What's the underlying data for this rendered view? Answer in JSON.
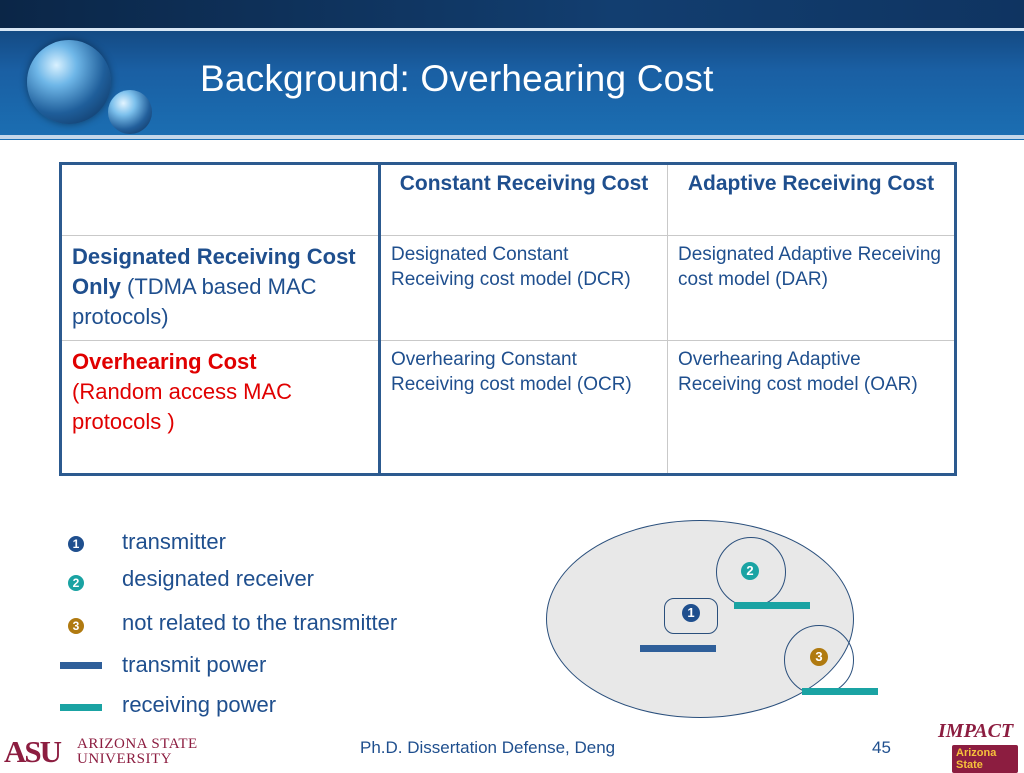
{
  "slide": {
    "title": "Background: Overhearing Cost"
  },
  "table": {
    "headers": [
      "",
      "Constant Receiving Cost",
      "Adaptive Receiving Cost"
    ],
    "rows": [
      {
        "label_bold": "Designated Receiving Cost Only",
        "label_rest": " (TDMA based MAC protocols)",
        "cells": [
          "Designated Constant Receiving cost model (DCR)",
          "Designated Adaptive Receiving cost model (DAR)"
        ]
      },
      {
        "label_bold": "Overhearing Cost",
        "label_rest": "(Random access MAC protocols )",
        "cells": [
          "Overhearing Constant Receiving cost model (OCR)",
          "Overhearing Adaptive Receiving cost model (OAR)"
        ]
      }
    ]
  },
  "legend": {
    "items": [
      {
        "badge": "1",
        "label": "transmitter",
        "color": "#1f4f8e"
      },
      {
        "badge": "2",
        "label": "designated receiver",
        "color": "#1aa3a3"
      },
      {
        "badge": "3",
        "label": "not related to the transmitter",
        "color": "#b07a10"
      },
      {
        "label": "transmit power",
        "color": "#2f5f9a"
      },
      {
        "label": "receiving power",
        "color": "#1aa3a3"
      }
    ]
  },
  "diagram": {
    "nodes": [
      "1",
      "2",
      "3"
    ]
  },
  "footer": {
    "center": "Ph.D. Dissertation Defense, Deng",
    "page": "45",
    "asu_logo": "ASU",
    "asu_name_1": "ARIZONA STATE",
    "asu_name_2": "UNIVERSITY",
    "impact_top": "IMPACT",
    "impact_bottom": "Arizona State"
  }
}
